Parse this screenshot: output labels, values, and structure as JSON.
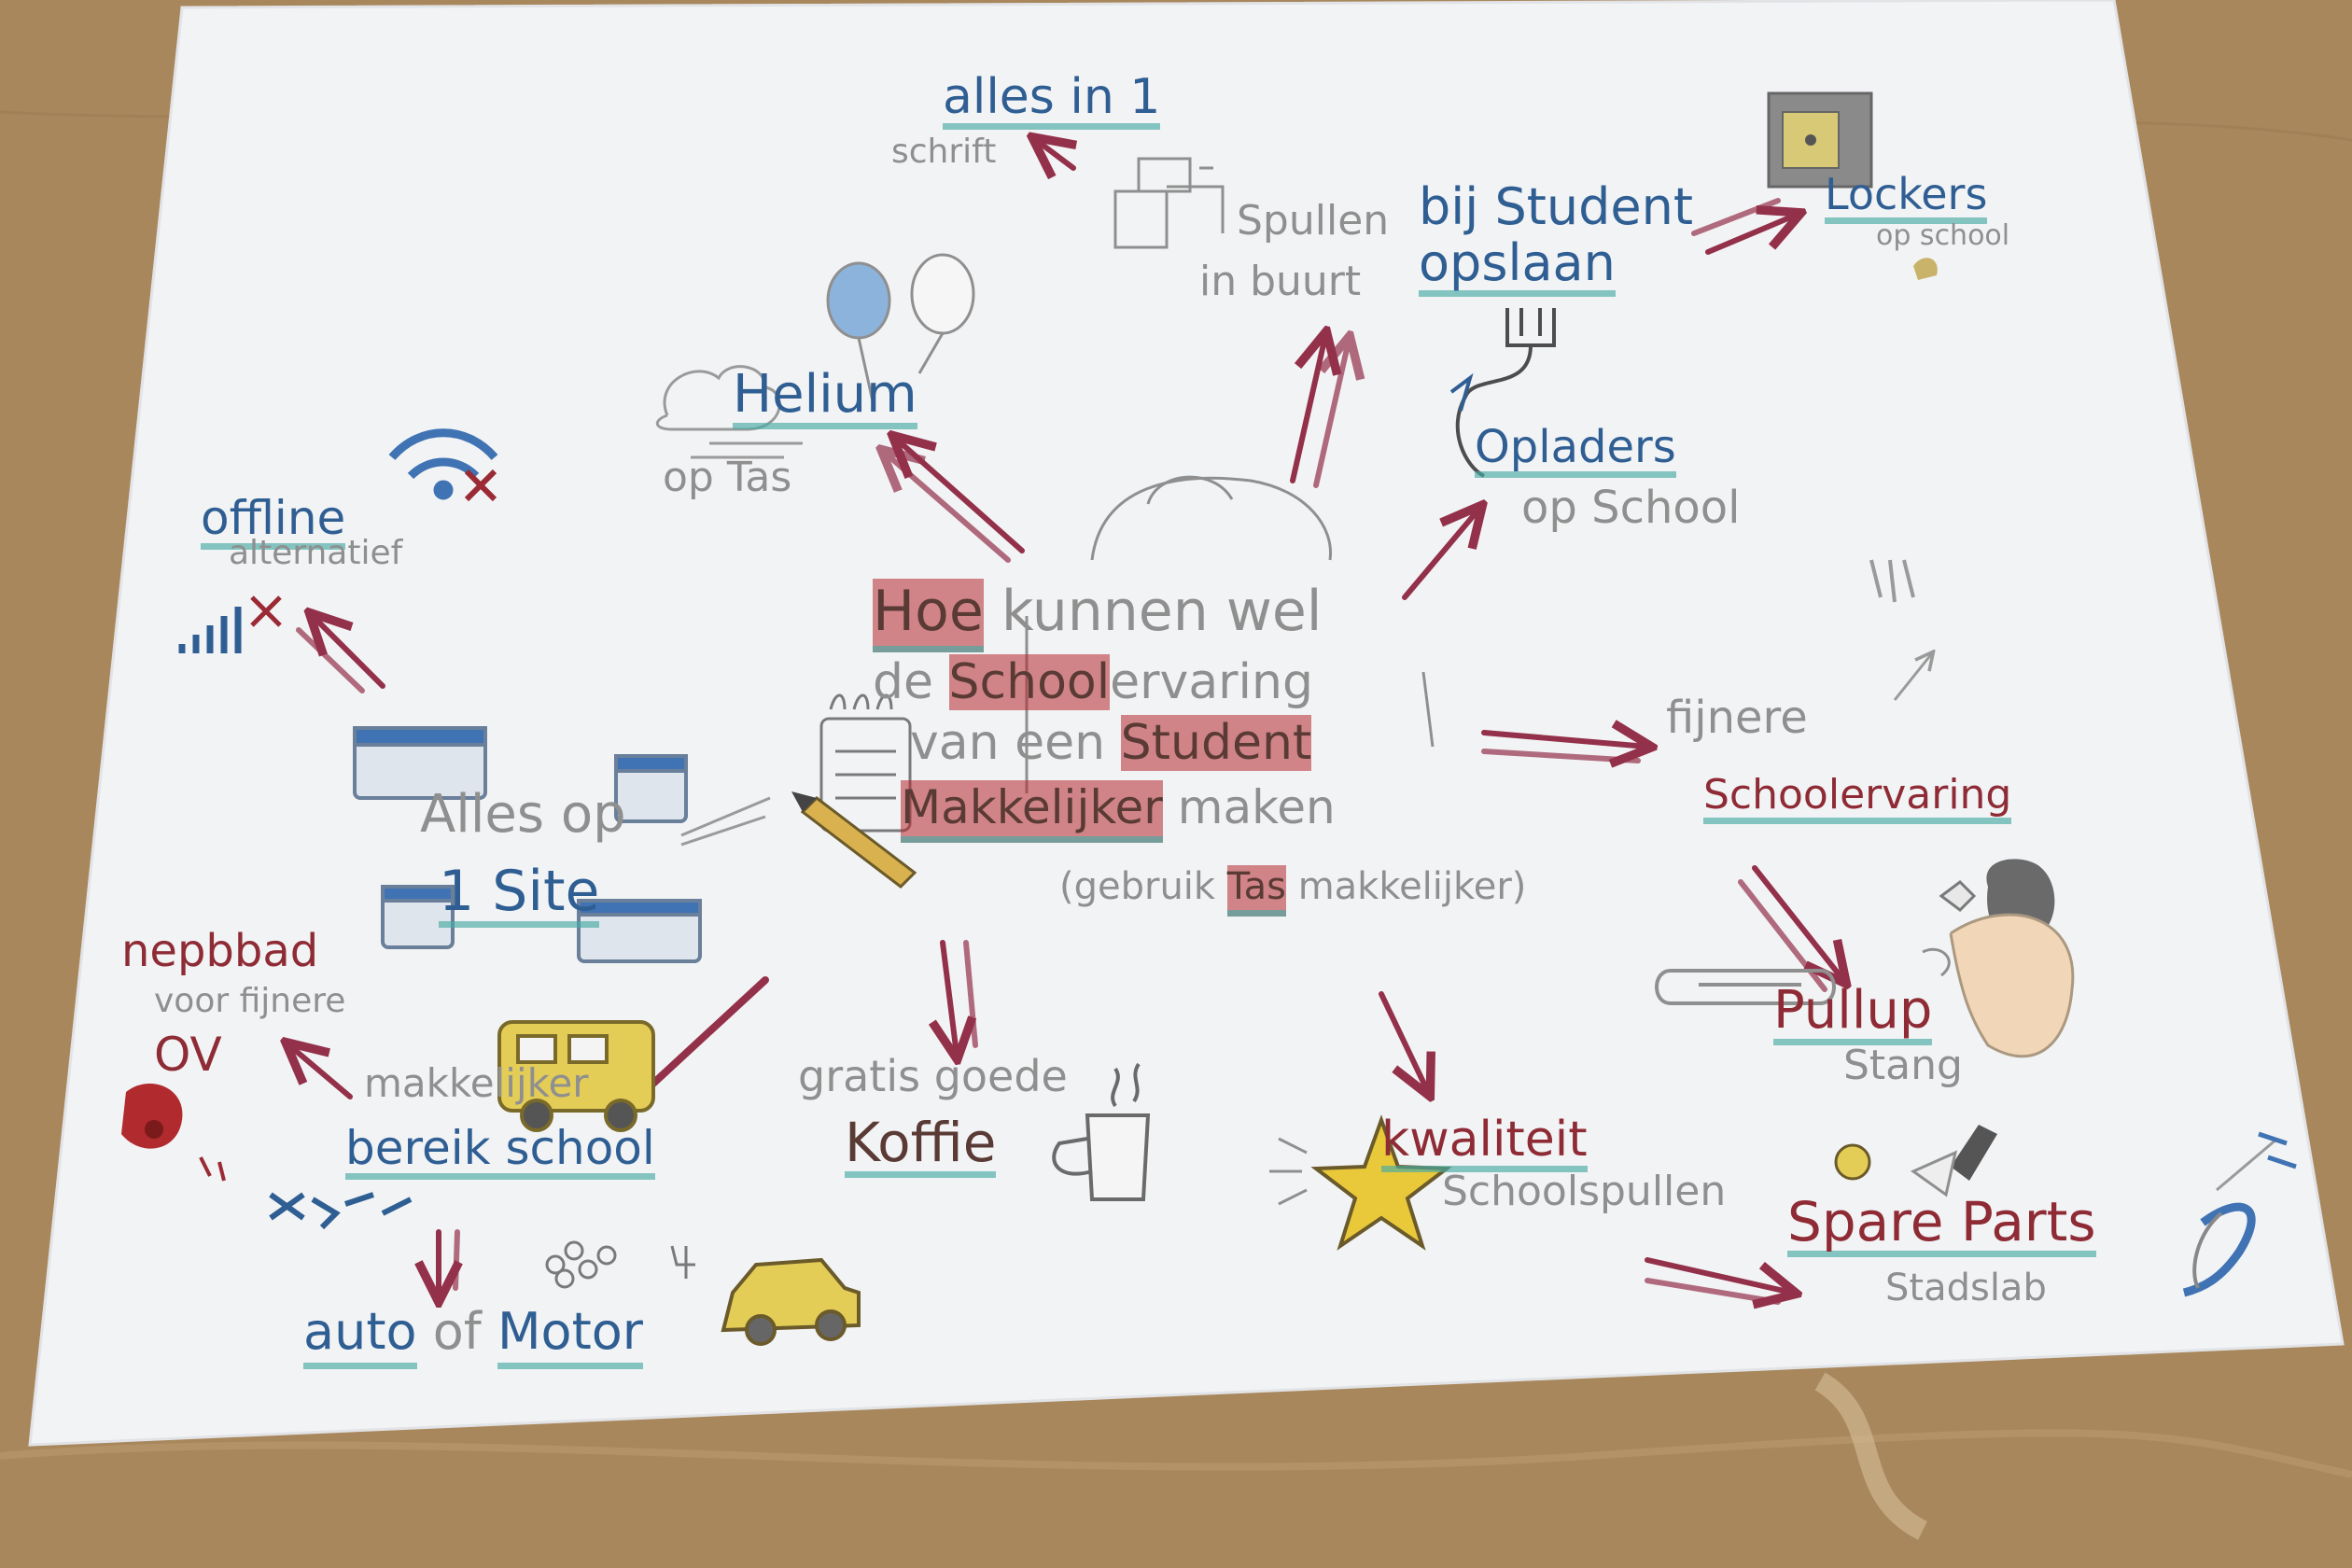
{
  "colors": {
    "table": "#a8875d",
    "paper": "#f3f4f6",
    "blue_pencil": "#2f5e93",
    "red_pencil": "#8e2b35",
    "grey_pencil": "#8f8f8f",
    "teal_marker": "#46aaa5",
    "yellow_star": "#e9c93a"
  },
  "center": {
    "line1_word": "Hoe",
    "line1_rest": "kunnen wel",
    "line2_prefix": "de",
    "line2_word": "School",
    "line2_rest": "ervaring",
    "line3_prefix": "van een",
    "line3_word": "Student",
    "line4_word": "Makkelijker",
    "line4_rest": "maken",
    "line5_prefix": "(gebruik",
    "line5_word": "Tas",
    "line5_rest": "makkelijker)"
  },
  "nodes": {
    "alles_in_1": {
      "title": "alles in 1",
      "sub": "schrift"
    },
    "spullen": {
      "line1": "Spullen",
      "line2": "in buurt",
      "title1": "bij Student",
      "title2": "opslaan"
    },
    "lockers": {
      "title": "Lockers",
      "sub": "op school"
    },
    "helium": {
      "title": "Helium",
      "sub": "op Tas"
    },
    "opladers": {
      "title": "Opladers",
      "sub": "op School"
    },
    "offline": {
      "title": "offline",
      "sub": "alternatief"
    },
    "fijnere": {
      "line1": "fijnere",
      "title": "Schoolervaring"
    },
    "alles_op_site": {
      "line1": "Alles op",
      "title": "1 Site"
    },
    "nep_bad": {
      "title": "nepbbad",
      "sub": "voor fijnere",
      "title2": "OV"
    },
    "pullup": {
      "title": "Pullup",
      "sub": "Stang"
    },
    "makkelijker_school": {
      "line1": "makkelijker",
      "title": "bereik school"
    },
    "koffie": {
      "line1": "gratis goede",
      "title": "Koffie"
    },
    "kwaliteit": {
      "title": "kwaliteit",
      "sub": "Schoolspullen"
    },
    "spare_parts": {
      "title": "Spare Parts",
      "sub": "Stadslab"
    },
    "auto": {
      "title1": "auto",
      "mid": "of",
      "title2": "Motor"
    }
  },
  "icons": [
    "school-bag-icon",
    "balloon-icon",
    "cloud-icon",
    "locker-icon",
    "power-plug-icon",
    "wifi-off-icon",
    "signal-off-icon",
    "notepad-icon",
    "pencil-icon",
    "website-icon",
    "school-bus-icon",
    "coffee-cup-icon",
    "star-icon",
    "pullup-bar-icon",
    "person-icon",
    "bicycle-icon",
    "car-icon",
    "wrench-icon",
    "hand-icon"
  ]
}
